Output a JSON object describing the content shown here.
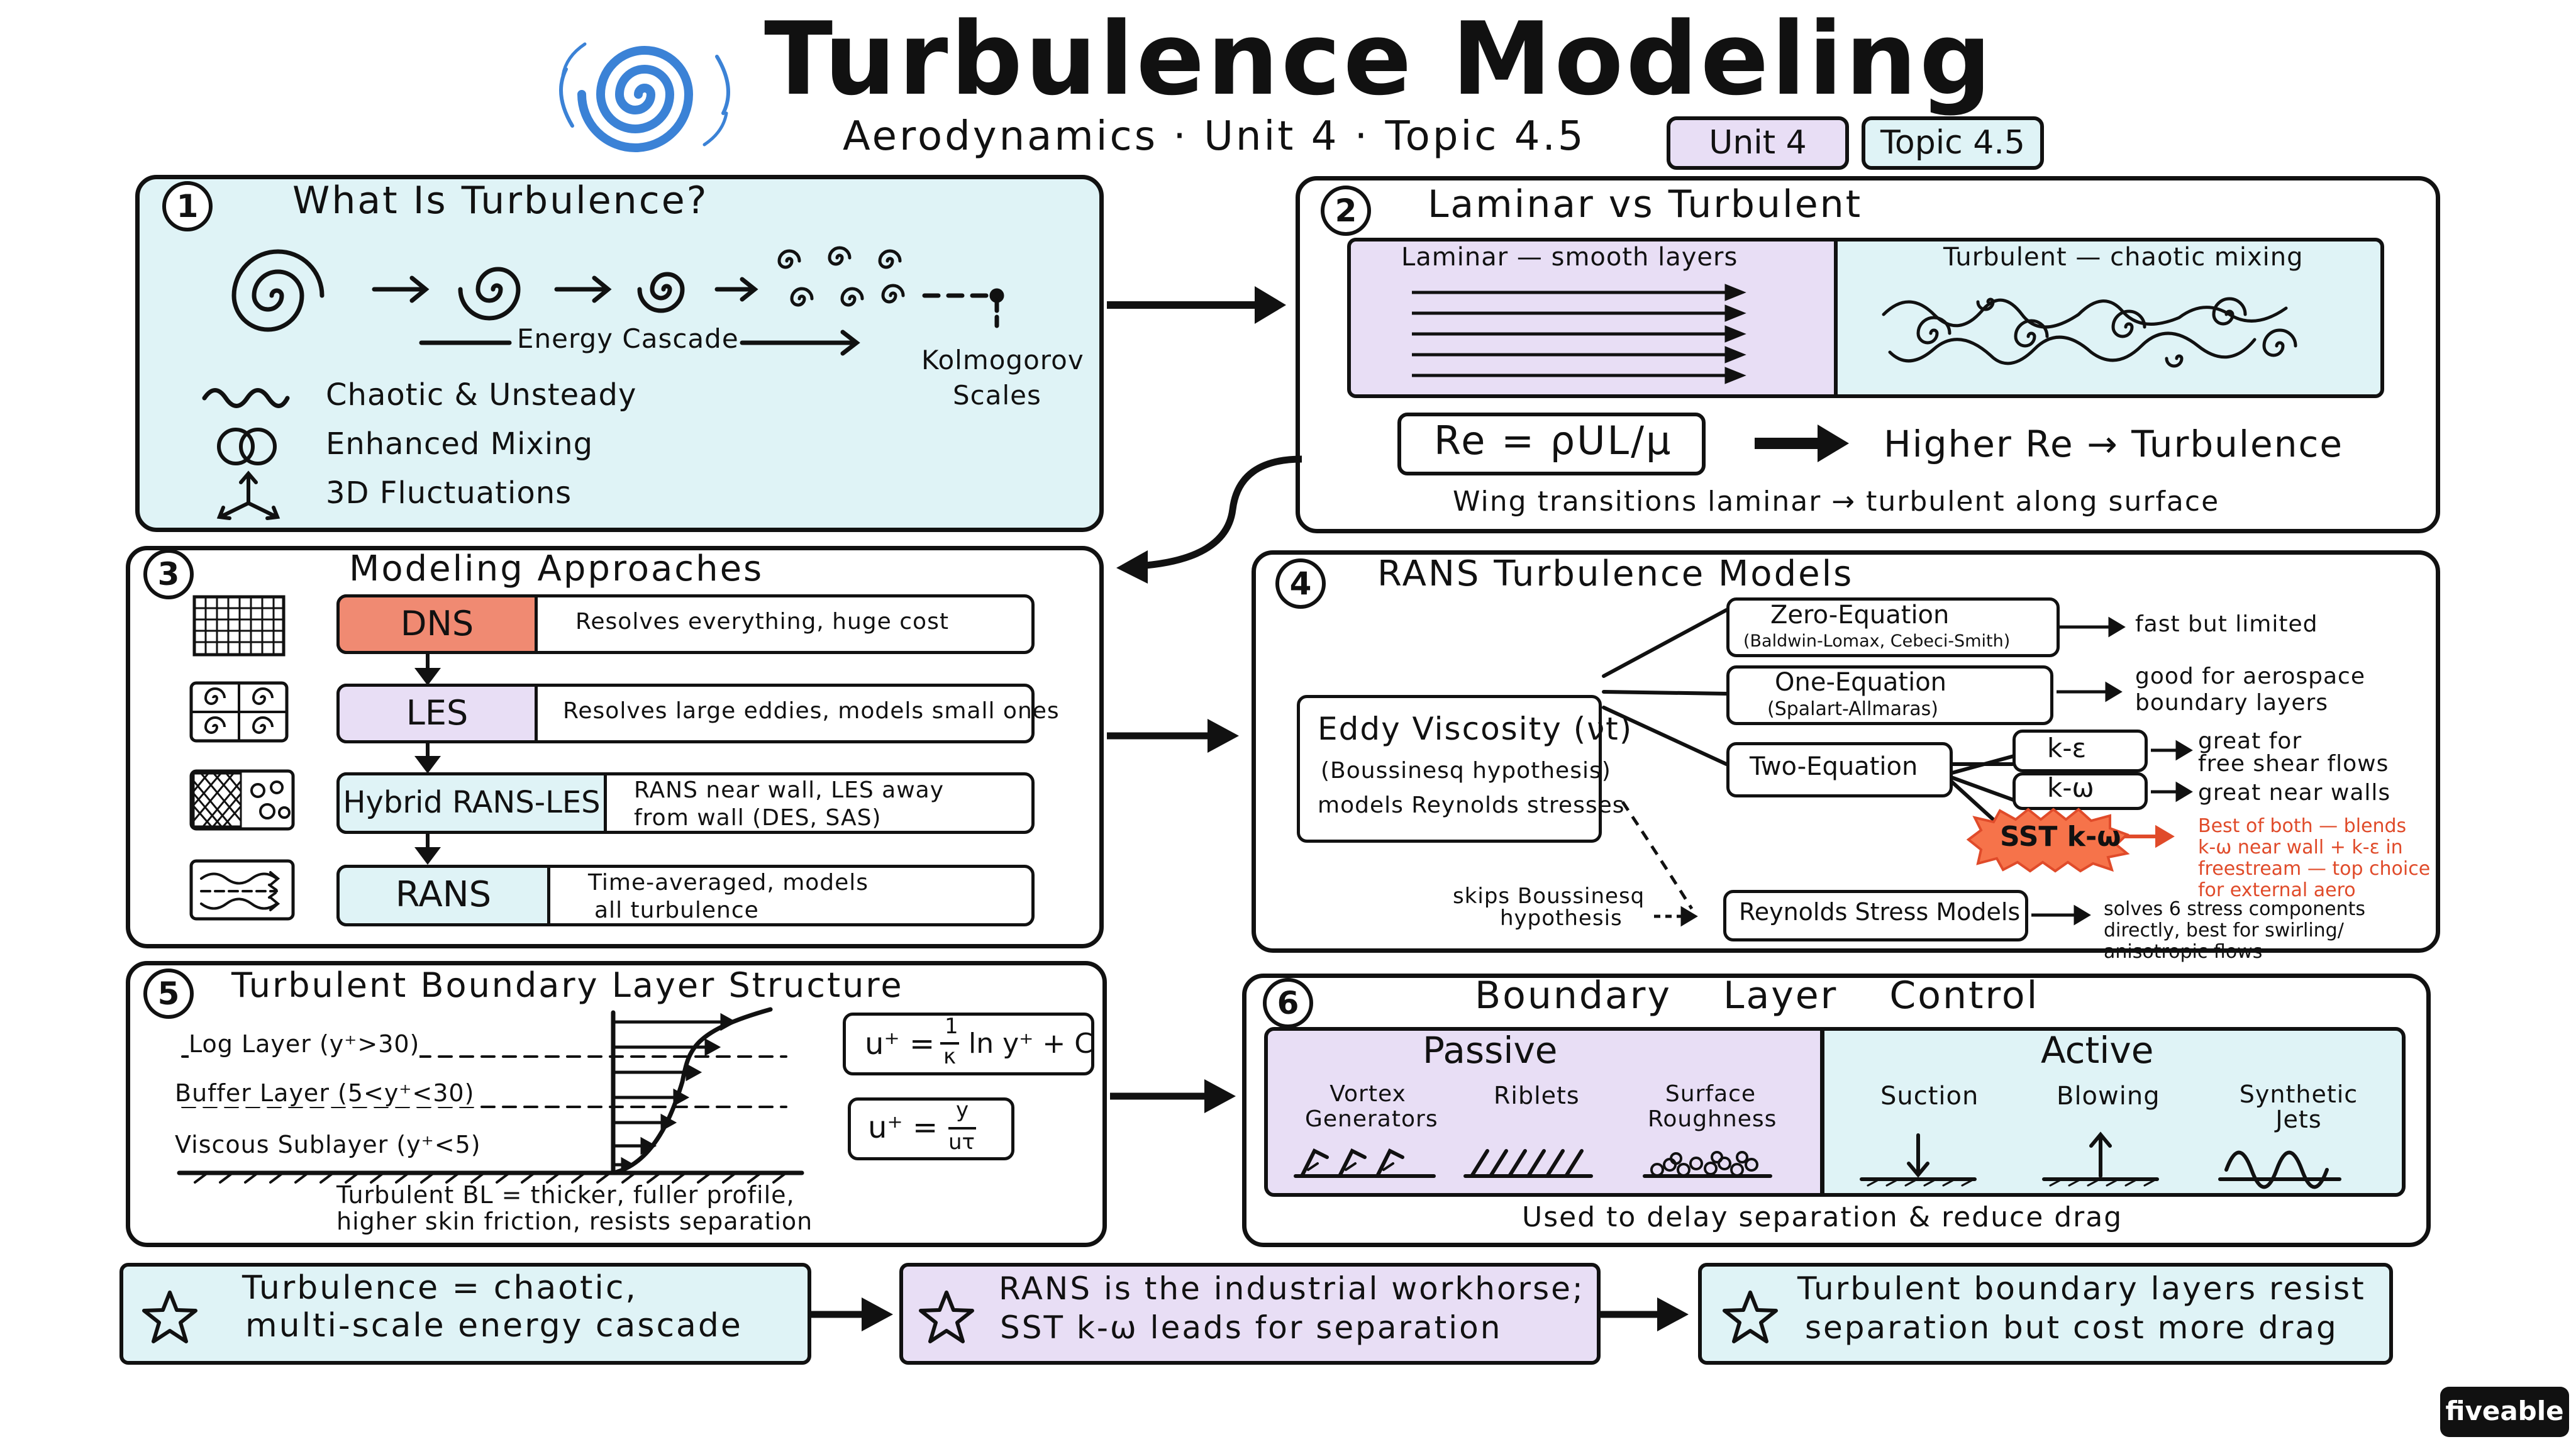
{
  "header": {
    "title": "Turbulence Modeling",
    "subtitle": "Aerodynamics · Unit 4 · Topic 4.5",
    "badge_unit": "Unit 4",
    "badge_topic": "Topic 4.5"
  },
  "panel1": {
    "number": "1",
    "title": "What Is Turbulence?",
    "cascade_label": "Energy Cascade",
    "kolmogorov": "Kolmogorov",
    "kolmogorov2": "Scales",
    "props": [
      "Chaotic & Unsteady",
      "Enhanced Mixing",
      "3D Fluctuations"
    ]
  },
  "panel2": {
    "number": "2",
    "title": "Laminar vs Turbulent",
    "laminar_label": "Laminar — smooth layers",
    "turbulent_label": "Turbulent — chaotic mixing",
    "reynolds": "Re = ρUL/μ",
    "higher": "Higher Re → Turbulence",
    "note": "Wing transitions laminar → turbulent along surface"
  },
  "panel3": {
    "number": "3",
    "title": "Modeling Approaches",
    "rows": [
      {
        "name": "DNS",
        "desc1": "Resolves everything, huge cost",
        "desc2": ""
      },
      {
        "name": "LES",
        "desc1": "Resolves large eddies, models small ones",
        "desc2": ""
      },
      {
        "name": "Hybrid RANS-LES",
        "desc1": "RANS near wall, LES away",
        "desc2": "from wall (DES, SAS)"
      },
      {
        "name": "RANS",
        "desc1": "Time-averaged, models",
        "desc2": "all turbulence"
      }
    ]
  },
  "panel4": {
    "number": "4",
    "title": "RANS Turbulence Models",
    "eddy1": "Eddy Viscosity (νt)",
    "eddy2": "(Boussinesq hypothesis)",
    "eddy3": "models Reynolds stresses",
    "zero": "Zero-Equation",
    "zero_sub": "(Baldwin-Lomax, Cebeci-Smith)",
    "zero_note": "fast but limited",
    "one": "One-Equation",
    "one_sub": "(Spalart-Allmaras)",
    "one_note1": "good for aerospace",
    "one_note2": "boundary layers",
    "two": "Two-Equation",
    "ke": "k-ε",
    "ke_note1": "great for",
    "ke_note2": "free shear flows",
    "kw": "k-ω",
    "kw_note": "great near walls",
    "sst": "SST k-ω",
    "sst_note": [
      "Best of both — blends",
      "k-ω near wall + k-ε in",
      "freestream — top choice",
      "for external aero"
    ],
    "skips1": "skips Boussinesq",
    "skips2": "hypothesis",
    "rsm": "Reynolds Stress Models",
    "rsm_note": [
      "solves 6 stress components",
      "directly, best for swirling/",
      "anisotropic flows"
    ]
  },
  "panel5": {
    "number": "5",
    "title": "Turbulent Boundary Layer Structure",
    "log": "Log Layer (y⁺>30)",
    "buffer": "Buffer Layer (5<y⁺<30)",
    "viscous": "Viscous Sublayer (y⁺<5)",
    "eq1_lhs": "u⁺ =",
    "eq1_num": "1",
    "eq1_den": "κ",
    "eq1_rhs": "ln y⁺ + C",
    "eq2_lhs": "u⁺ =",
    "eq2_num": "y",
    "eq2_den": "uτ",
    "note1": "Turbulent BL = thicker, fuller profile,",
    "note2": "higher skin friction, resists separation"
  },
  "panel6": {
    "number": "6",
    "title": "Boundary Layer Control",
    "passive": "Passive",
    "active": "Active",
    "passive_items": [
      "Vortex|Generators",
      "Riblets",
      "Surface|Roughness"
    ],
    "active_items": [
      "Suction",
      "Blowing",
      "Synthetic|Jets"
    ],
    "note": "Used to delay separation & reduce drag"
  },
  "summary": [
    {
      "l1": "Turbulence = chaotic,",
      "l2": "multi-scale energy cascade"
    },
    {
      "l1": "RANS is the industrial workhorse;",
      "l2": "SST k-ω leads for separation"
    },
    {
      "l1": "Turbulent boundary layers resist",
      "l2": "separation but cost more drag"
    }
  ],
  "brand": "fiveable",
  "colors": {
    "cyan": "#dff3f6",
    "lavender": "#e8def5",
    "dns": "#f08a72",
    "red": "#e04b2a",
    "sst_fill": "#f6734a",
    "ink": "#111111"
  }
}
